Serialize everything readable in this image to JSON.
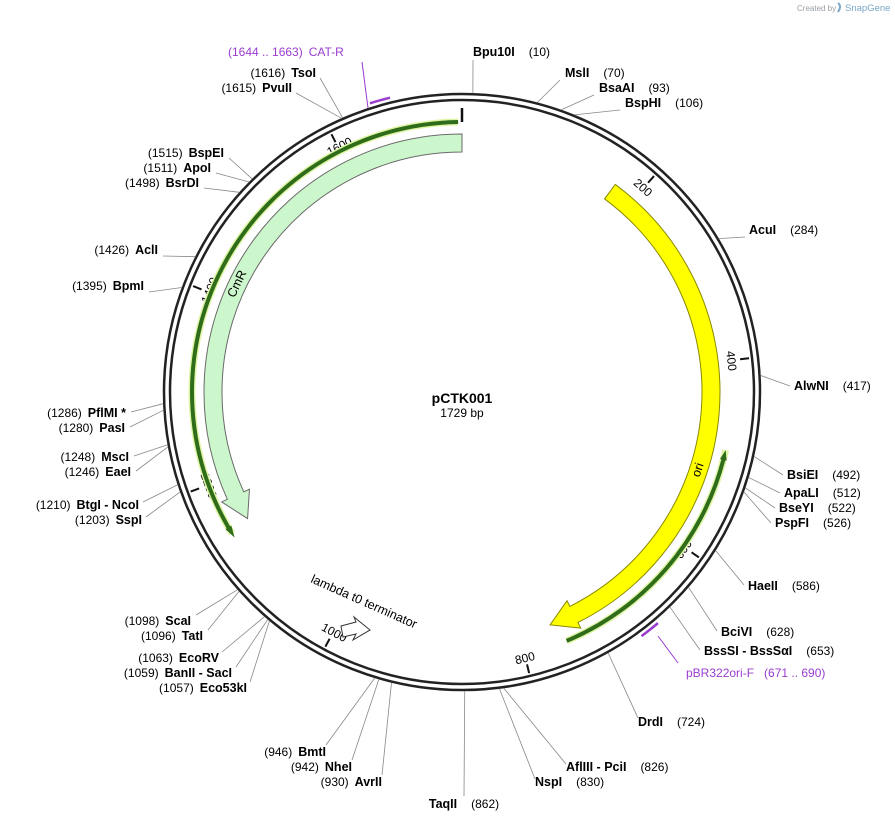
{
  "plasmid": {
    "name": "pCTK001",
    "length": 1729,
    "length_label": "1729 bp"
  },
  "credit": {
    "prefix": "Created by",
    "brand": "SnapGene"
  },
  "colors": {
    "backbone": "#222222",
    "cmr_fill": "#ccf7cc",
    "cmr_stroke": "#6a6a6a",
    "ori_fill": "#ffff00",
    "ori_stroke": "#8a8a00",
    "terminator_fill": "#ffffff",
    "underline_green": "#2f6d1a",
    "underline_glow": "#dff5a6",
    "primer": "#9a3ccf",
    "leader": "#888888"
  },
  "ticks": [
    {
      "bp": 200,
      "label": "200"
    },
    {
      "bp": 400,
      "label": "400"
    },
    {
      "bp": 600,
      "label": "600"
    },
    {
      "bp": 800,
      "label": "800"
    },
    {
      "bp": 1000,
      "label": "1000"
    },
    {
      "bp": 1200,
      "label": "1200"
    },
    {
      "bp": 1400,
      "label": "1400"
    },
    {
      "bp": 1600,
      "label": "1600"
    }
  ],
  "features": [
    {
      "name": "CmR",
      "type": "arrow",
      "direction": "reverse",
      "start": 1,
      "end": 1125,
      "color": "cmr"
    },
    {
      "name": "ori",
      "type": "arrow",
      "direction": "reverse",
      "start": 180,
      "end": 770,
      "color": "ori"
    },
    {
      "name": "lambda t0 terminator",
      "type": "terminator"
    }
  ],
  "sites": [
    {
      "name": "Bpu10I",
      "pos": "(10)",
      "bp": 10
    },
    {
      "name": "MslI",
      "pos": "(70)",
      "bp": 70
    },
    {
      "name": "BsaAI",
      "pos": "(93)",
      "bp": 93
    },
    {
      "name": "BspHI",
      "pos": "(106)",
      "bp": 106
    },
    {
      "name": "AcuI",
      "pos": "(284)",
      "bp": 284
    },
    {
      "name": "AlwNI",
      "pos": "(417)",
      "bp": 417
    },
    {
      "name": "BsiEI",
      "pos": "(492)",
      "bp": 492
    },
    {
      "name": "ApaLI",
      "pos": "(512)",
      "bp": 512
    },
    {
      "name": "BseYI",
      "pos": "(522)",
      "bp": 522
    },
    {
      "name": "PspFI",
      "pos": "(526)",
      "bp": 526
    },
    {
      "name": "HaeII",
      "pos": "(586)",
      "bp": 586
    },
    {
      "name": "BciVI",
      "pos": "(628)",
      "bp": 628
    },
    {
      "name": "BssSI - BssSαI",
      "pos": "(653)",
      "bp": 653
    },
    {
      "name": "DrdI",
      "pos": "(724)",
      "bp": 724
    },
    {
      "name": "AflIII - PciI",
      "pos": "(826)",
      "bp": 826
    },
    {
      "name": "NspI",
      "pos": "(830)",
      "bp": 830
    },
    {
      "name": "TaqII",
      "pos": "(862)",
      "bp": 862
    },
    {
      "name": "AvrII",
      "pos": "(930)",
      "bp": 930
    },
    {
      "name": "NheI",
      "pos": "(942)",
      "bp": 942
    },
    {
      "name": "BmtI",
      "pos": "(946)",
      "bp": 946
    },
    {
      "name": "Eco53kI",
      "pos": "(1057)",
      "bp": 1057
    },
    {
      "name": "BanII - SacI",
      "pos": "(1059)",
      "bp": 1059
    },
    {
      "name": "EcoRV",
      "pos": "(1063)",
      "bp": 1063
    },
    {
      "name": "TatI",
      "pos": "(1096)",
      "bp": 1096
    },
    {
      "name": "ScaI",
      "pos": "(1098)",
      "bp": 1098
    },
    {
      "name": "SspI",
      "pos": "(1203)",
      "bp": 1203
    },
    {
      "name": "BtgI - NcoI",
      "pos": "(1210)",
      "bp": 1210
    },
    {
      "name": "EaeI",
      "pos": "(1246)",
      "bp": 1246
    },
    {
      "name": "MscI",
      "pos": "(1248)",
      "bp": 1248
    },
    {
      "name": "PasI",
      "pos": "(1280)",
      "bp": 1280
    },
    {
      "name": "PflMI *",
      "pos": "(1286)",
      "bp": 1286
    },
    {
      "name": "BpmI",
      "pos": "(1395)",
      "bp": 1395
    },
    {
      "name": "AclI",
      "pos": "(1426)",
      "bp": 1426
    },
    {
      "name": "BsrDI",
      "pos": "(1498)",
      "bp": 1498
    },
    {
      "name": "ApoI",
      "pos": "(1511)",
      "bp": 1511
    },
    {
      "name": "BspEI",
      "pos": "(1515)",
      "bp": 1515
    },
    {
      "name": "PvuII",
      "pos": "(1615)",
      "bp": 1615
    },
    {
      "name": "TsoI",
      "pos": "(1616)",
      "bp": 1616
    }
  ],
  "primers": [
    {
      "name": "CAT-R",
      "range": "(1644 .. 1663)",
      "start": 1644,
      "end": 1663
    },
    {
      "name": "pBR322ori-F",
      "range": "(671 .. 690)",
      "start": 671,
      "end": 690
    }
  ]
}
